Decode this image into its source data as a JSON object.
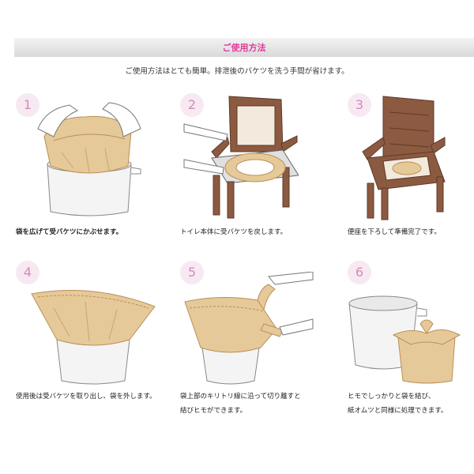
{
  "header": {
    "title": "ご使用方法"
  },
  "intro": "ご使用方法はとても簡単。排泄後のバケツを洗う手間が省けます。",
  "steps": [
    {
      "number": "1",
      "caption_lines": [
        "袋を広げて受バケツにかぶせます。"
      ]
    },
    {
      "number": "2",
      "caption_lines": [
        "トイレ本体に受バケツを戻します。"
      ]
    },
    {
      "number": "3",
      "caption_lines": [
        "便座を下ろして準備完了です。"
      ]
    },
    {
      "number": "4",
      "caption_lines": [
        "使用後は受バケツを取り出し、袋を外します。"
      ]
    },
    {
      "number": "5",
      "caption_lines": [
        "袋上部のキリトリ線に沿って切り離すと",
        "結びヒモができます。"
      ]
    },
    {
      "number": "6",
      "caption_lines": [
        "ヒモでしっかりと袋を結び、",
        "紙オムツと同様に処理できます。"
      ]
    }
  ],
  "colors": {
    "accent": "#e0399a",
    "badge_bg": "#f7e9f2",
    "badge_text": "#d689b8",
    "bag": "#e6c999",
    "bag_dark": "#b98f55",
    "wood": "#8b5a40"
  }
}
